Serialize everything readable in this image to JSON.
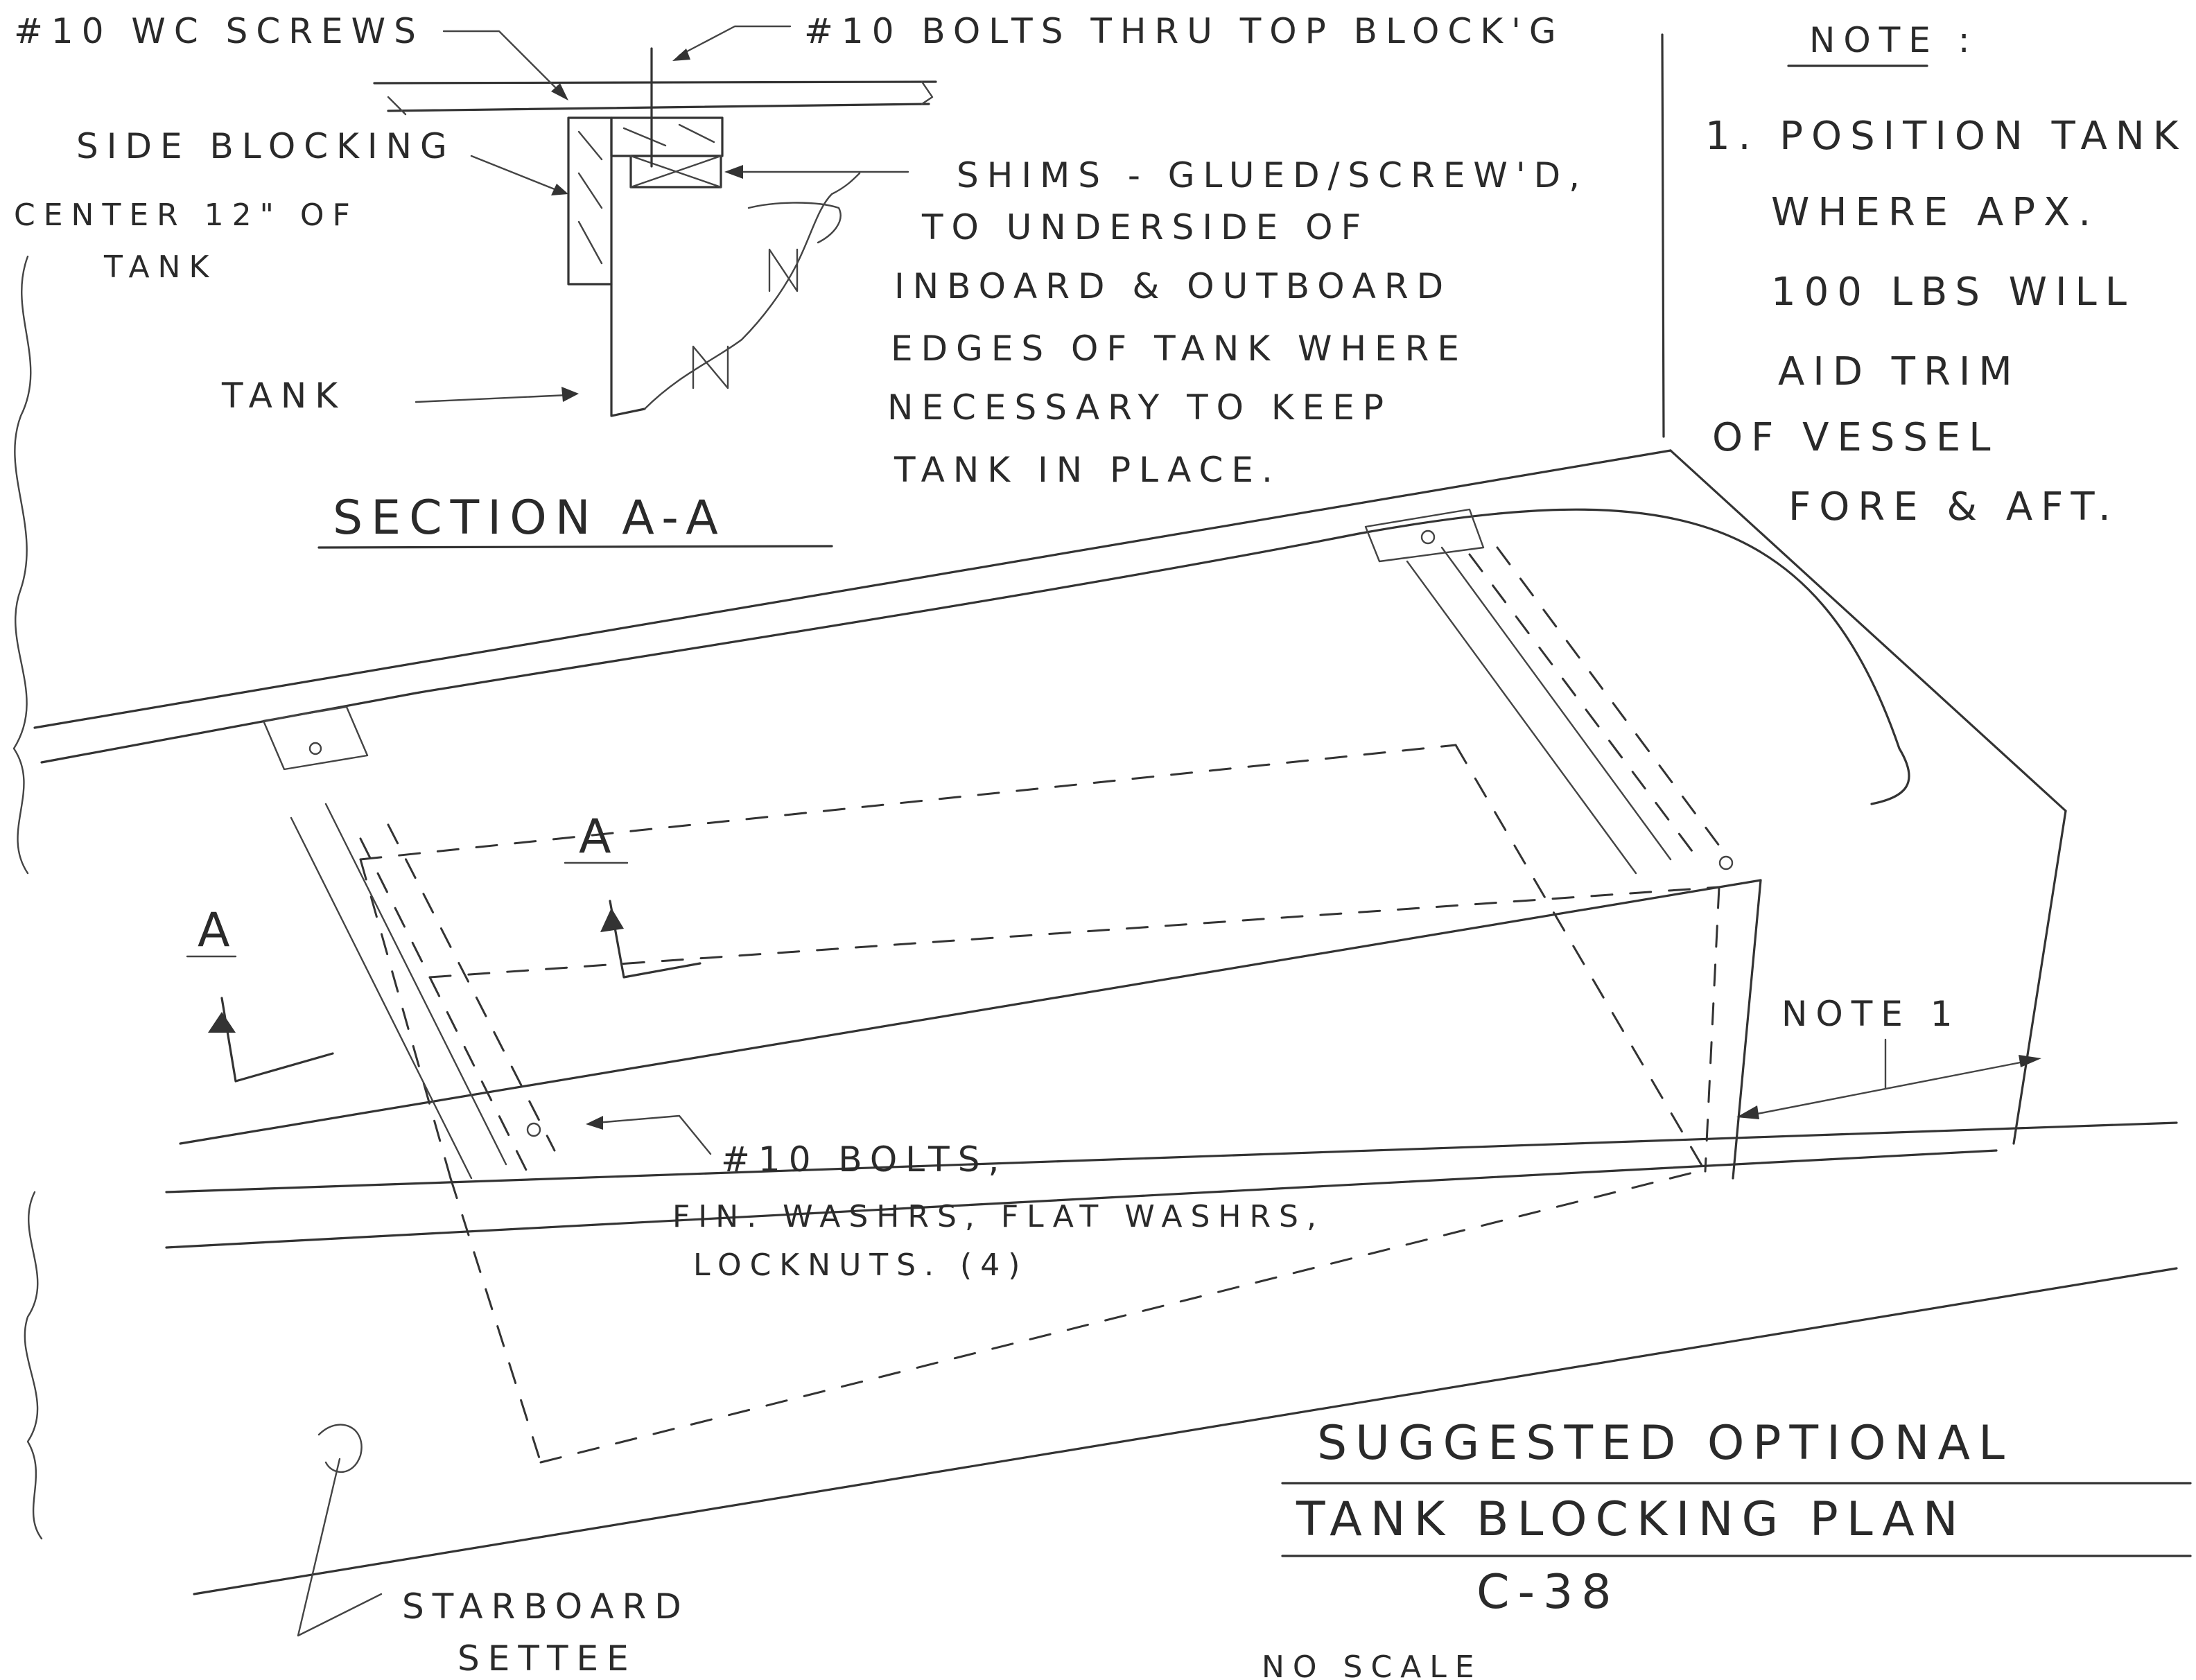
{
  "section_view": {
    "callout_wc_screws": "#10 WC SCREWS",
    "callout_bolts_top": "#10 BOLTS THRU TOP BLOCK'G",
    "callout_side_blocking": "SIDE BLOCKING",
    "callout_center": "CENTER 12\" OF",
    "callout_center_tank": "TANK",
    "callout_tank": "TANK",
    "shims_note": [
      "SHIMS - GLUED/SCREW'D,",
      "TO UNDERSIDE OF",
      "INBOARD & OUTBOARD",
      "EDGES OF TANK WHERE",
      "NECESSARY TO KEEP",
      "TANK IN PLACE."
    ],
    "section_title": "SECTION A-A"
  },
  "note": {
    "heading": "NOTE :",
    "lines": [
      "1. POSITION TANK",
      "WHERE APX.",
      "100 LBS WILL",
      "AID TRIM",
      "OF VESSEL",
      "FORE & AFT."
    ]
  },
  "plan_view": {
    "section_marker_left": "A",
    "section_marker_right": "A",
    "note_ref": "NOTE 1",
    "bolts_callout": [
      "#10 BOLTS,",
      "FIN. WASHRS, FLAT WASHRS,",
      "LOCKNUTS. (4)"
    ],
    "starboard_label": [
      "STARBOARD",
      "SETTEE"
    ]
  },
  "title_block": {
    "line1": "SUGGESTED OPTIONAL",
    "line2": "TANK BLOCKING PLAN",
    "drawing_number": "C-38",
    "scale": "NO SCALE"
  }
}
